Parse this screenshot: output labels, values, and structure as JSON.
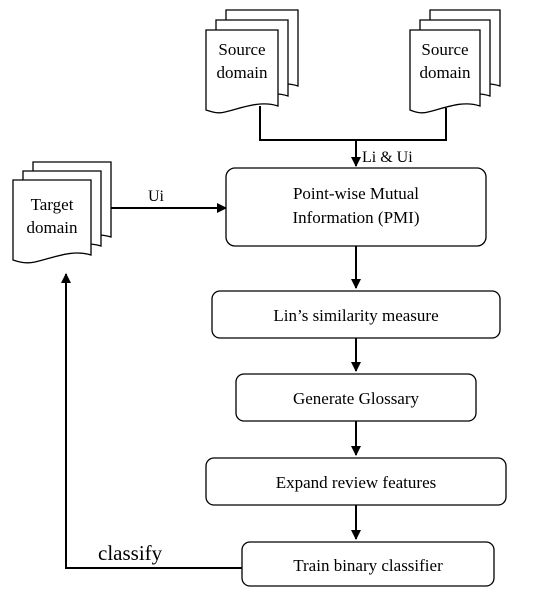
{
  "documents": {
    "source_left": {
      "line1": "Source",
      "line2": "domain"
    },
    "source_right": {
      "line1": "Source",
      "line2": "domain"
    },
    "target": {
      "line1": "Target",
      "line2": "domain"
    }
  },
  "steps": {
    "pmi": {
      "line1": "Point-wise Mutual",
      "line2": "Information (PMI)"
    },
    "lin": "Lin’s similarity measure",
    "glossary": "Generate Glossary",
    "expand": "Expand review features",
    "train": "Train binary classifier"
  },
  "edge_labels": {
    "sources_to_pmi": "Li & Ui",
    "target_to_pmi": "Ui",
    "train_to_target": "classify"
  }
}
